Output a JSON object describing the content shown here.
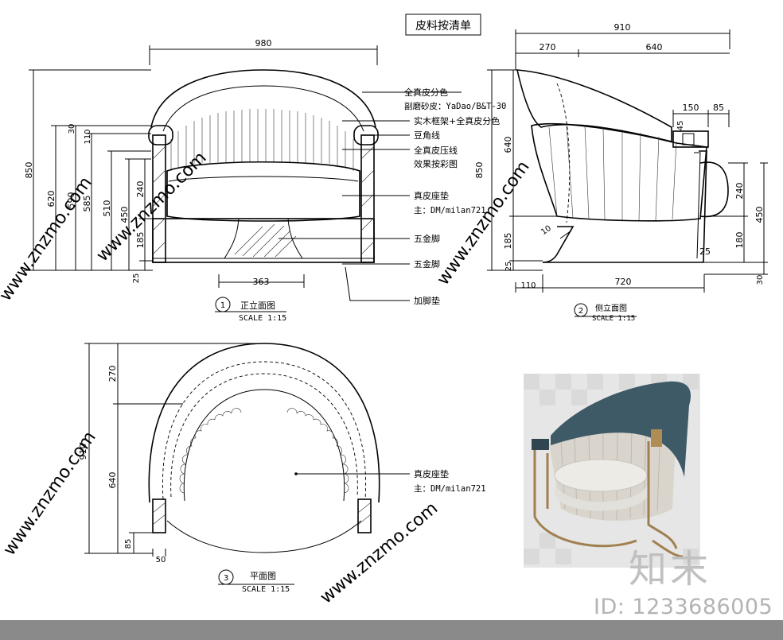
{
  "title": "皮料按清单",
  "front_view": {
    "label_num": "1",
    "label": "正立面图",
    "scale": "SCALE 1:15",
    "dims": {
      "width": "980",
      "base": "363",
      "h850": "850",
      "h620": "620",
      "h590": "590",
      "h585": "585",
      "h510": "510",
      "h450": "450",
      "h30": "30",
      "h110": "110",
      "h240": "240",
      "h185": "185",
      "h25": "25"
    },
    "annotations": [
      "全真皮分色",
      "副磨砂皮：YaDao/B&T-30",
      "实木框架+全真皮分色",
      "豆角线",
      "全真皮压线",
      "效果按彩图",
      "真皮座垫",
      "主：DM/milan721",
      "五金脚",
      "五金脚",
      "加脚垫"
    ]
  },
  "side_view": {
    "label_num": "2",
    "label": "侧立面图",
    "scale": "SCALE 1:15",
    "dims": {
      "w910": "910",
      "w270": "270",
      "w640": "640",
      "w150": "150",
      "w85": "85",
      "h45": "45",
      "h640": "640",
      "h850": "850",
      "h450": "450",
      "h240": "240",
      "h180": "180",
      "h185": "185",
      "h25l": "25",
      "h25r": "25",
      "h30": "30",
      "d10": "10",
      "w110": "110",
      "w720": "720"
    }
  },
  "plan_view": {
    "label_num": "3",
    "label": "平面图",
    "scale": "SCALE 1:15",
    "dims": {
      "d910": "910",
      "d270": "270",
      "d640": "640",
      "d85": "85",
      "w50": "50"
    },
    "annotations": [
      "真皮座垫",
      "主：DM/milan721"
    ]
  },
  "watermark": {
    "id_text": "ID: 1233686005",
    "brand": "知末",
    "site": "www.znzmo.com"
  },
  "colors": {
    "line": "#000000",
    "bottom_bar": "#8a8a8a",
    "leather_back": "#3e5a66",
    "leather_seat": "#dcdad3",
    "frame_gold": "#a08050"
  }
}
